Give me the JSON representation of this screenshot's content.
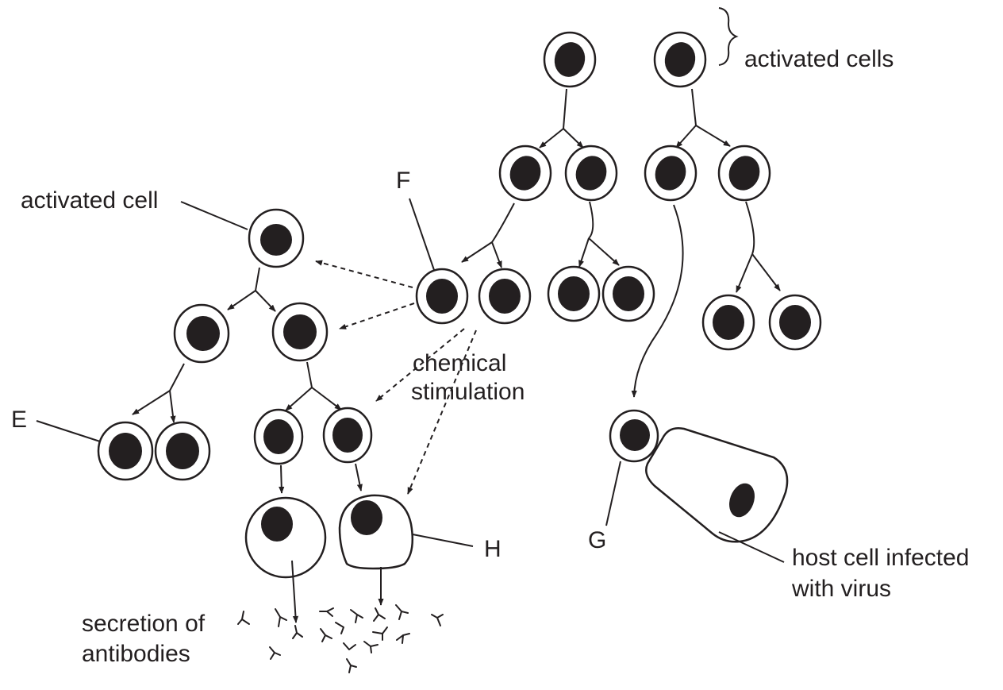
{
  "labels": {
    "activated_cells": "activated cells",
    "activated_cell": "activated cell",
    "F": "F",
    "E": "E",
    "G": "G",
    "H": "H",
    "chemical_line1": "chemical",
    "chemical_line2": "stimulation",
    "host_line1": "host cell infected",
    "host_line2": "with virus",
    "secretion_line1": "secretion of",
    "secretion_line2": "antibodies"
  },
  "colors": {
    "ink": "#231f20",
    "background": "#ffffff"
  }
}
